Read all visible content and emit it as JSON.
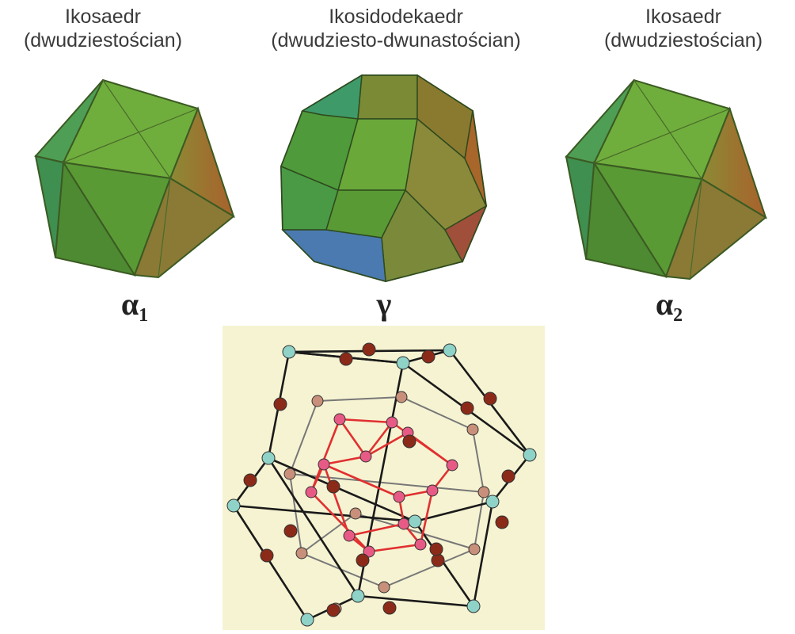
{
  "panels": [
    {
      "name_line1": "Ikosaedr",
      "name_line2": "(dwudziestościan)",
      "symbol": "α",
      "subscript": "1",
      "shape": "icosahedron"
    },
    {
      "name_line1": "Ikosidodekaedr",
      "name_line2": "(dwudziesto-dwunastościan)",
      "symbol": "γ",
      "subscript": "",
      "shape": "icosidodecahedron"
    },
    {
      "name_line1": "Ikosaedr",
      "name_line2": "(dwudziestościan)",
      "symbol": "α",
      "subscript": "2",
      "shape": "icosahedron"
    }
  ],
  "colors": {
    "face_green": "#5a9a35",
    "face_light_green": "#7fb23e",
    "face_olive": "#8a8a3a",
    "face_bronze": "#9a6a30",
    "face_blue": "#4a7ab0",
    "edge_dark": "#2e4a1e",
    "cluster_background": "#f6f3d2",
    "atom_cyan": "#8fd3c8",
    "atom_brown": "#8b2a18",
    "atom_tan": "#c8907a",
    "atom_pink": "#e85a86",
    "bond_black": "#1a1a1a",
    "bond_gray": "#777777",
    "bond_red": "#e03030"
  }
}
